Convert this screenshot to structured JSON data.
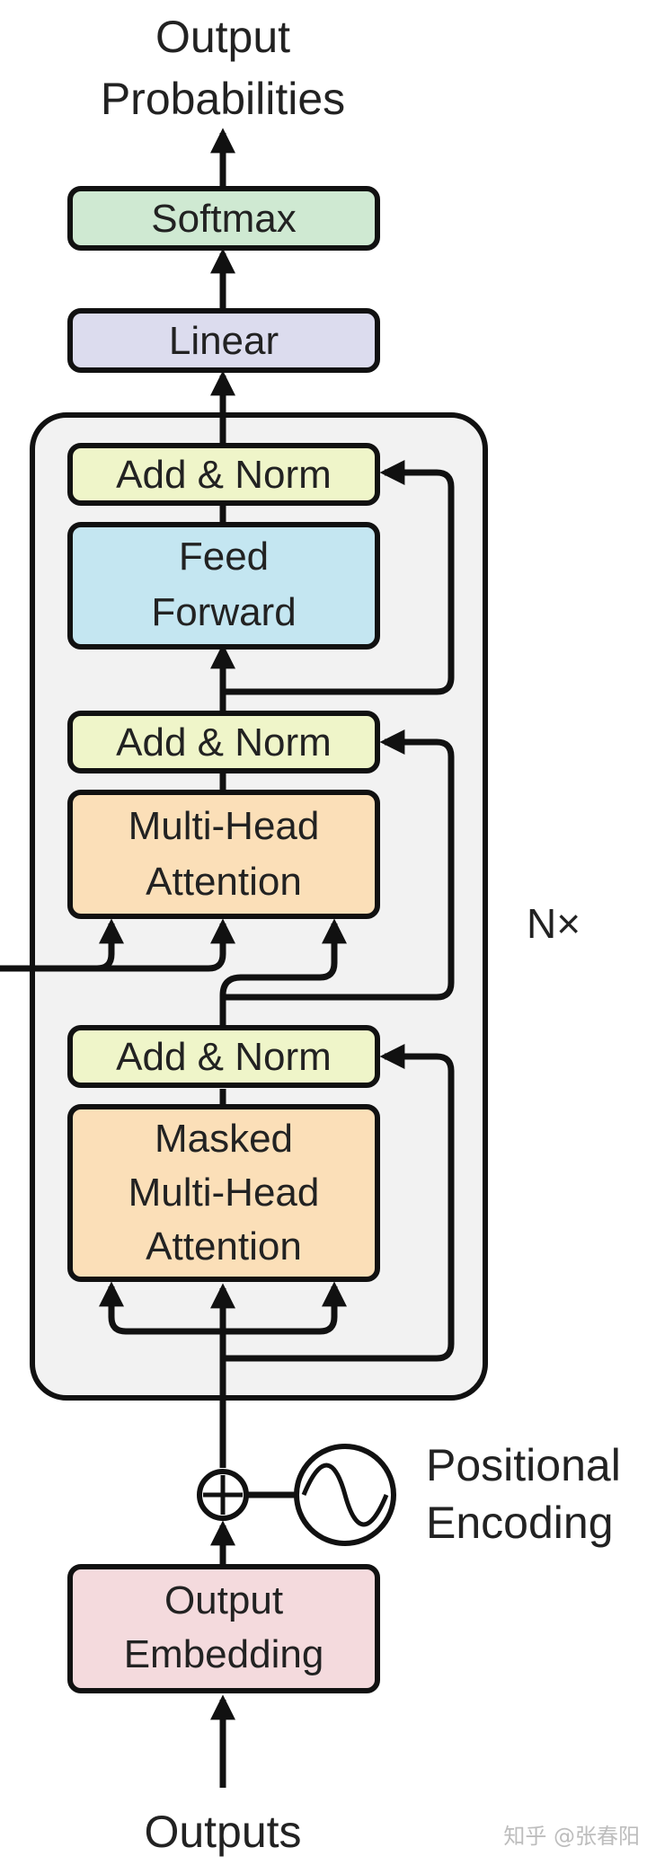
{
  "diagram": {
    "top_label": {
      "line1": "Output",
      "line2": "Probabilities"
    },
    "softmax": "Softmax",
    "linear": "Linear",
    "block": {
      "add_norm_1": "Add & Norm",
      "feed_forward": {
        "line1": "Feed",
        "line2": "Forward"
      },
      "add_norm_2": "Add & Norm",
      "mha": {
        "line1": "Multi-Head",
        "line2": "Attention"
      },
      "add_norm_3": "Add & Norm",
      "masked_mha": {
        "line1": "Masked",
        "line2": "Multi-Head",
        "line3": "Attention"
      },
      "repeat": "N×"
    },
    "positional_encoding": {
      "line1": "Positional",
      "line2": "Encoding"
    },
    "output_embedding": {
      "line1": "Output",
      "line2": "Embedding"
    },
    "bottom_label": "Outputs",
    "watermark": "知乎 @张春阳"
  },
  "colors": {
    "softmax": "#cfe9d2",
    "linear": "#dcdcee",
    "add_norm": "#eff5c9",
    "feed_forward": "#c4e6f1",
    "attention": "#fbdfb8",
    "embedding": "#f4dadd",
    "container": "#f2f2f2",
    "stroke": "#111111"
  }
}
